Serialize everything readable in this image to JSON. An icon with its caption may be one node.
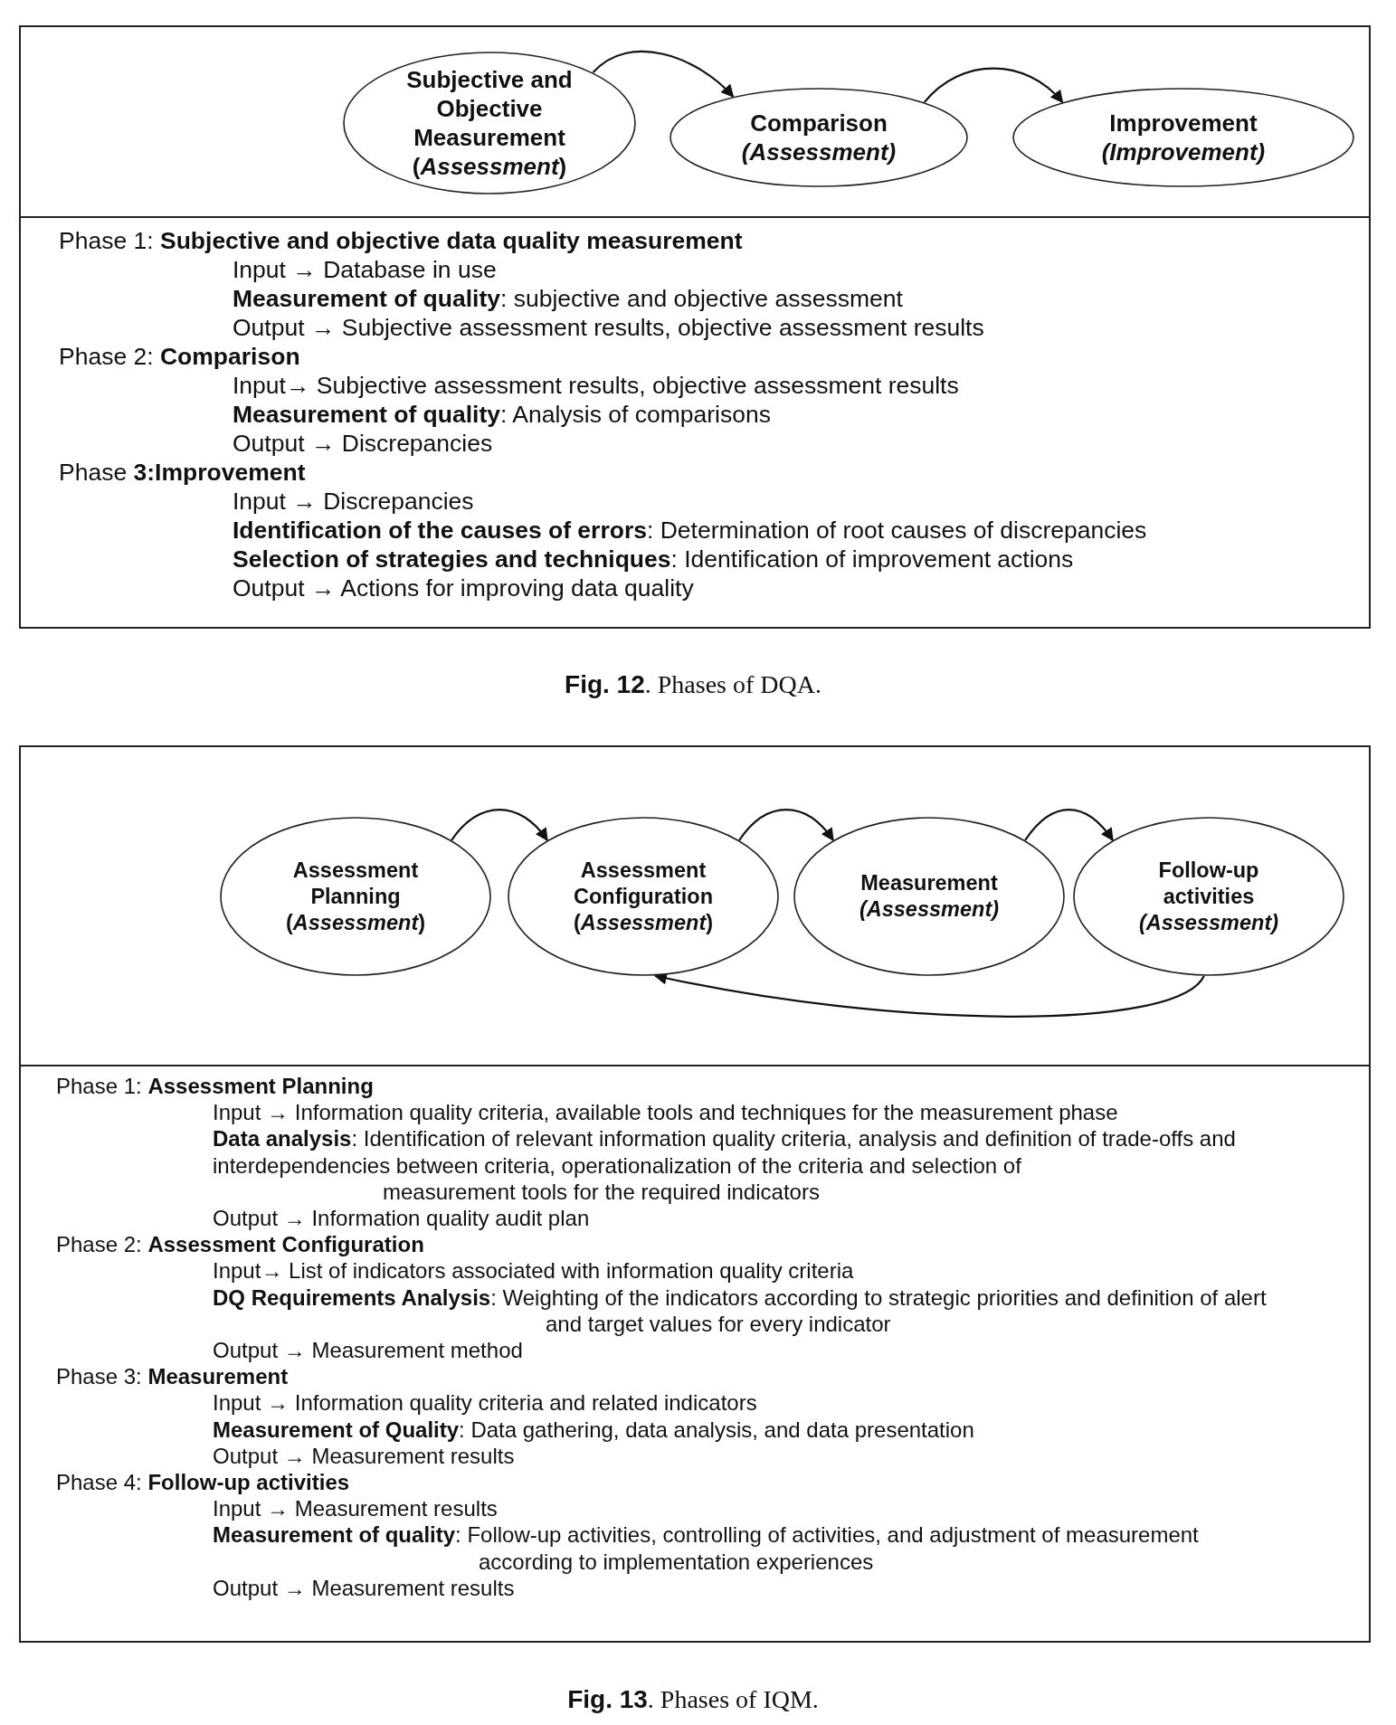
{
  "diagram": {
    "nodes": [
      {
        "text": [
          "Phase 1: **Subjective and objective data quality measurement**",
          "Input → Database in use",
          "**Measurement of quality**: subjective and objective assessment",
          "Output → Subjective assessment results, objective assessment results",
          "Phase 2: **Comparison**",
          "Input→ Subjective assessment results, objective assessment results",
          "**Measurement of quality**: Analysis of comparisons",
          "Output → Discrepancies",
          "Phase **3:Improvement**",
          "Input → Discrepancies",
          "**Identification of the causes of errors**: Determination of root causes of discrepancies",
          "**Selection of strategies and techniques**: Identification of improvement actions",
          "Output → Actions for improving data quality"
        ],
        "beside": [
          "**Fig. 12**. Phases of DQA."
        ]
      },
      {
        "text": [
          "Subjective and Objective Measurement",
          "(*Assessment*)"
        ],
        "in": 0
      },
      {
        "text": [
          "Comparison",
          "(Assessment)"
        ],
        "in": 0
      },
      {
        "text": [
          "Improvement",
          "(Improvement)"
        ],
        "in": 0
      },
      {
        "text": [
          "Phase 1: **Assessment Planning**",
          "Input → Information quality criteria, available tools and techniques for the measurement phase",
          "**Data analysis**: Identification of relevant information quality criteria, analysis and definition of trade-offs and interdependencies between criteria, operationalization of the criteria and selection of measurement tools for the required indicators",
          "Output → Information quality audit plan",
          "Phase 2: **Assessment Configuration**",
          "Input→ List of indicators associated with information quality criteria",
          "**DQ Requirements Analysis**: Weighting of the indicators according to strategic priorities and definition of alert and target values for every indicator",
          "Output → Measurement method",
          "Phase 3: **Measurement**",
          "Input → Information quality criteria and related indicators",
          "**Measurement of Quality**: Data gathering, data analysis, and data presentation",
          "Output → Measurement results",
          "Phase 4: **Follow-up activities**",
          "Input → Measurement results",
          "**Measurement of quality**: Follow-up activities, controlling of activities, and adjustment of measurement according to implementation experiences",
          "Output → Measurement results"
        ],
        "beside": [
          "**Fig. 13**. Phases of IQM."
        ]
      },
      {
        "text": [
          "Assessment Planning",
          "(*Assessment*)"
        ],
        "in": 4
      },
      {
        "text": [
          "Assessment Configuration",
          "(*Assessment*)"
        ],
        "in": 4
      },
      {
        "text": [
          "Measurement",
          "(Assessment)"
        ],
        "in": 4
      },
      {
        "text": [
          "Follow-up activities",
          "(Assessment)"
        ],
        "in": 4
      }
    ],
    "edges": [
      {
        "from": 1,
        "to": 2,
        "arrow": "to"
      },
      {
        "from": 2,
        "to": 3,
        "arrow": "to"
      },
      {
        "from": 5,
        "to": 6,
        "arrow": "to"
      },
      {
        "from": 6,
        "to": 7,
        "arrow": "to"
      },
      {
        "from": 7,
        "to": 8,
        "arrow": "to"
      },
      {
        "from": 8,
        "to": 6,
        "arrow": "to"
      }
    ]
  }
}
